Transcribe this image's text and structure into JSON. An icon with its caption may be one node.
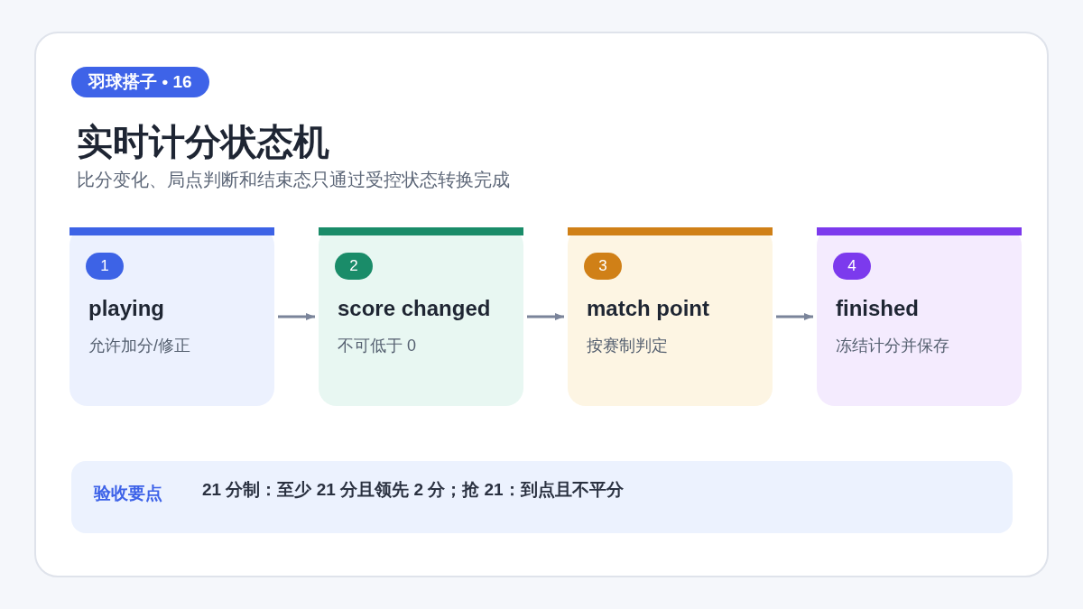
{
  "diagram": {
    "title": "实时计分状态机",
    "nodes": [
      {
        "text": [
          "羽球搭子 • 16"
        ]
      },
      {
        "text": [
          "1",
          "playing",
          "允许加分/修正"
        ]
      },
      {
        "text": [
          "2",
          "score changed",
          "不可低于 0"
        ]
      },
      {
        "text": [
          "3",
          "match point",
          "按赛制判定"
        ]
      },
      {
        "text": [
          "4",
          "finished",
          "冻结计分并保存"
        ]
      },
      {
        "text": [
          "验收要点",
          "21 分制：至少 21 分且领先 2 分；抢 21：到点且不平分"
        ]
      }
    ],
    "edges": [
      {
        "from": 1,
        "to": 2,
        "arrow": "to"
      },
      {
        "from": 2,
        "to": 3,
        "arrow": "to"
      },
      {
        "from": 3,
        "to": 4,
        "arrow": "to"
      }
    ],
    "labels": [
      "比分变化、局点判断和结束态只通过受控状态转换完成"
    ]
  }
}
